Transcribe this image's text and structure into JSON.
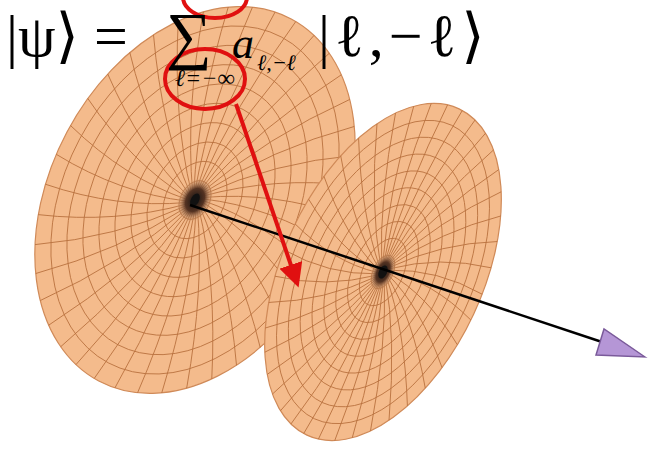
{
  "diagram": {
    "labels": [
      "|ψ⟩ =",
      "∑",
      "a",
      "ℓ,−ℓ",
      "|ℓ,−ℓ⟩",
      "ℓ=−∞"
    ]
  }
}
